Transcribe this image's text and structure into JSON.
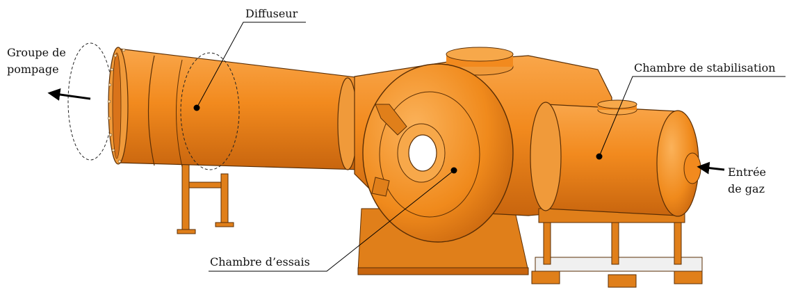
{
  "labels": {
    "diffuser": "Diffuseur",
    "pump_line1": "Groupe de",
    "pump_line2": "pompage",
    "stabilization": "Chambre de stabilisation",
    "test_chamber": "Chambre d’essais",
    "gas_inlet_line1": "Entrée",
    "gas_inlet_line2": "de gaz"
  },
  "colors": {
    "body": "#f28a1e",
    "body_light": "#f7a84a",
    "body_dark": "#c8650e",
    "outline": "#5a2e05",
    "frame": "#e07f1a"
  }
}
